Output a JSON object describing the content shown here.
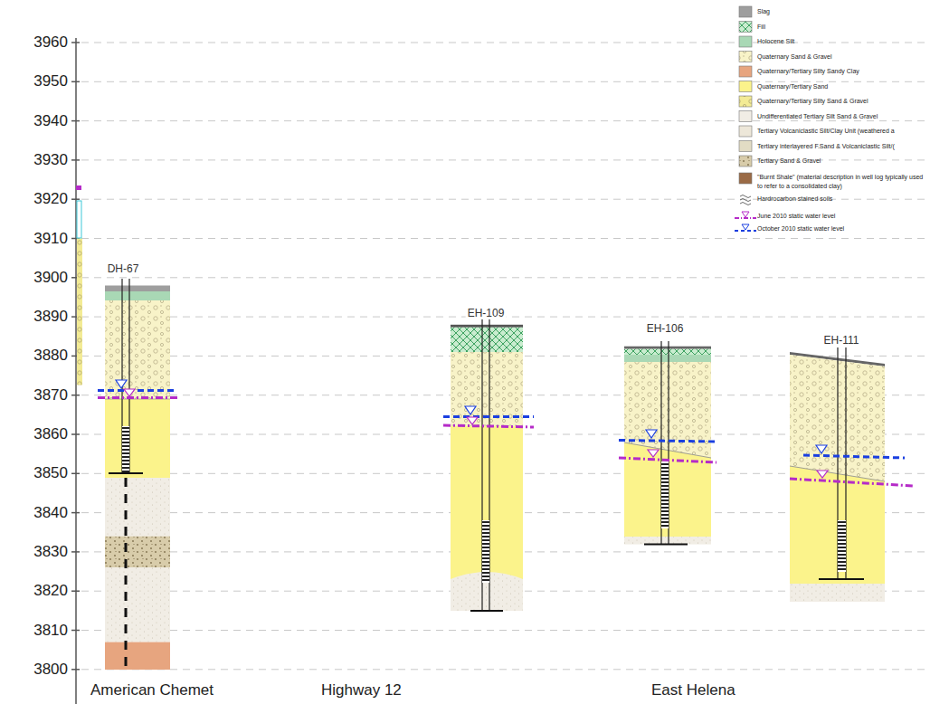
{
  "diagram": {
    "nodes": [
      {
        "text": [
          "DH-67"
        ]
      },
      {
        "text": [
          "EH-109"
        ]
      },
      {
        "text": [
          "EH-106"
        ]
      },
      {
        "text": [
          "EH-111"
        ]
      }
    ],
    "labels": [
      "3960",
      "3950",
      "3940",
      "3930",
      "3920",
      "3910",
      "3900",
      "3890",
      "3880",
      "3870",
      "3860",
      "3850",
      "3840",
      "3830",
      "3820",
      "3810",
      "3800",
      "American Chemet",
      "Highway 12",
      "East Helena"
    ],
    "legend": [
      {
        "text": "Slag",
        "color": "#9e9e9e"
      },
      {
        "text": "Fill"
      },
      {
        "text": "Holocene Silt",
        "color": "#a9d8b5"
      },
      {
        "text": "Quaternary Sand & Gravel"
      },
      {
        "text": "Quaternary/Tertiary Silty Sandy Clay",
        "color": "#e7a57f"
      },
      {
        "text": "Quaternary/Tertiary Sand",
        "color": "#fbf38b"
      },
      {
        "text": "Quaternary/Tertiary Silty Sand & Gravel"
      },
      {
        "text": "Undifferentiated Tertiary Silt Sand & Gravel",
        "color": "#f1ede5"
      },
      {
        "text": "Tertiary Volcaniclastic Silt/Clay Unit (weathered a",
        "color": "#ede7d9"
      },
      {
        "text": "Tertiary interlayered F.Sand & Volcaniclastic Silt/(",
        "color": "#e2dcc4"
      },
      {
        "text": "Tertiary Sand & Gravel"
      },
      {
        "text": "\"Burnt Shale\" (material description in well log typically used to refer to a consolidated clay)",
        "color": "#9a6a45"
      },
      {
        "text": "Hardrocarbon stained soils"
      },
      {
        "text": "June 2010 static water level"
      },
      {
        "text": "October 2010 static water level"
      }
    ]
  }
}
